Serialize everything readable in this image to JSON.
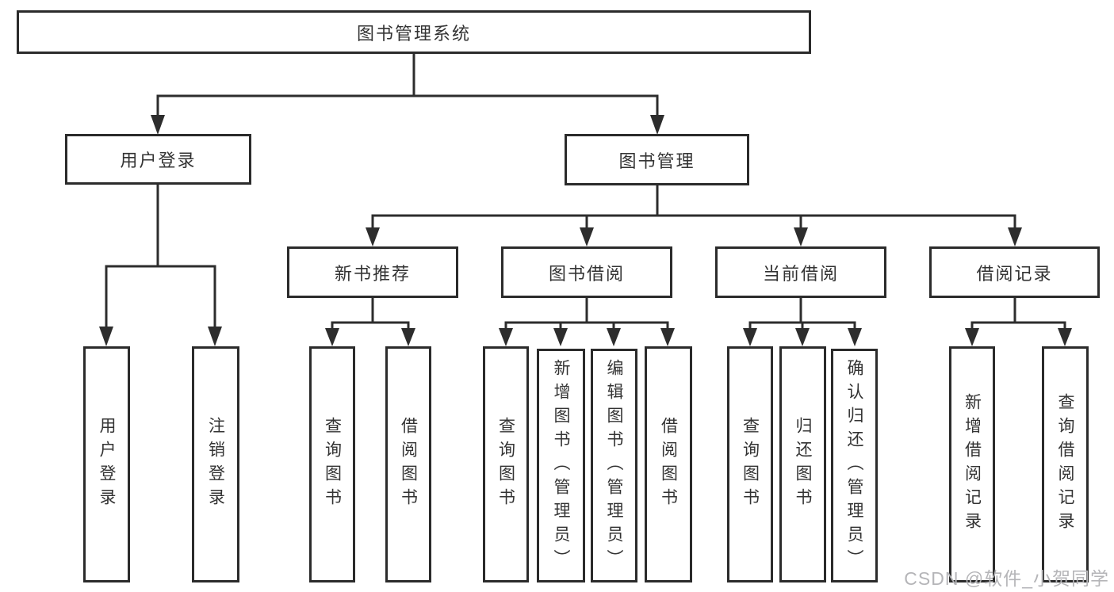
{
  "diagram": {
    "root": {
      "label": "图书管理系统"
    },
    "login": {
      "label": "用户登录",
      "leaves": [
        {
          "label": "用户登录"
        },
        {
          "label": "注销登录"
        }
      ]
    },
    "management": {
      "label": "图书管理",
      "groups": [
        {
          "label": "新书推荐",
          "leaves": [
            {
              "label": "查询图书"
            },
            {
              "label": "借阅图书"
            }
          ]
        },
        {
          "label": "图书借阅",
          "leaves": [
            {
              "label": "查询图书"
            },
            {
              "label": "新增图书（管理员）"
            },
            {
              "label": "编辑图书（管理员）"
            },
            {
              "label": "借阅图书"
            }
          ]
        },
        {
          "label": "当前借阅",
          "leaves": [
            {
              "label": "查询图书"
            },
            {
              "label": "归还图书"
            },
            {
              "label": "确认归还（管理员）"
            }
          ]
        },
        {
          "label": "借阅记录",
          "leaves": [
            {
              "label": "新增借阅记录"
            },
            {
              "label": "查询借阅记录"
            }
          ]
        }
      ]
    }
  },
  "watermark": {
    "text": "CSDN @软件_小贺同学"
  },
  "colors": {
    "line": "#2d2d2d",
    "border": "#2b2b2b",
    "text": "#333333",
    "wm": "#b5b5b8",
    "bg": "#ffffff"
  }
}
